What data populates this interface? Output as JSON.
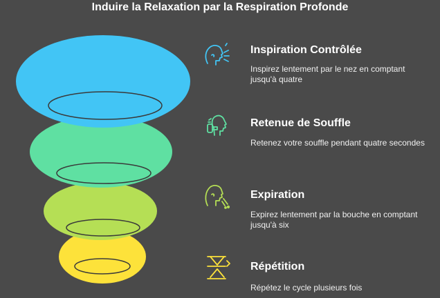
{
  "title": "Induire la Relaxation par la Respiration Profonde",
  "colors": {
    "background": "#4a4a4a",
    "layer1": "#42c5f5",
    "layer2": "#5fe0a2",
    "layer3": "#b5df55",
    "layer4": "#fde23a"
  },
  "steps": [
    {
      "title": "Inspiration Contrôlée",
      "description": "Inspirez lentement par le nez en comptant jusqu'à quatre",
      "icon": "inhale-head-icon",
      "color": "#42c5f5"
    },
    {
      "title": "Retenue de Souffle",
      "description": "Retenez votre souffle pendant quatre secondes",
      "icon": "inhaler-head-icon",
      "color": "#5fe0a2"
    },
    {
      "title": "Expiration",
      "description": "Expirez lentement par la bouche en comptant jusqu'à six",
      "icon": "exhale-head-icon",
      "color": "#b5df55"
    },
    {
      "title": "Répétition",
      "description": "Répétez le cycle plusieurs fois",
      "icon": "repeat-hourglass-icon",
      "color": "#fde23a"
    }
  ]
}
